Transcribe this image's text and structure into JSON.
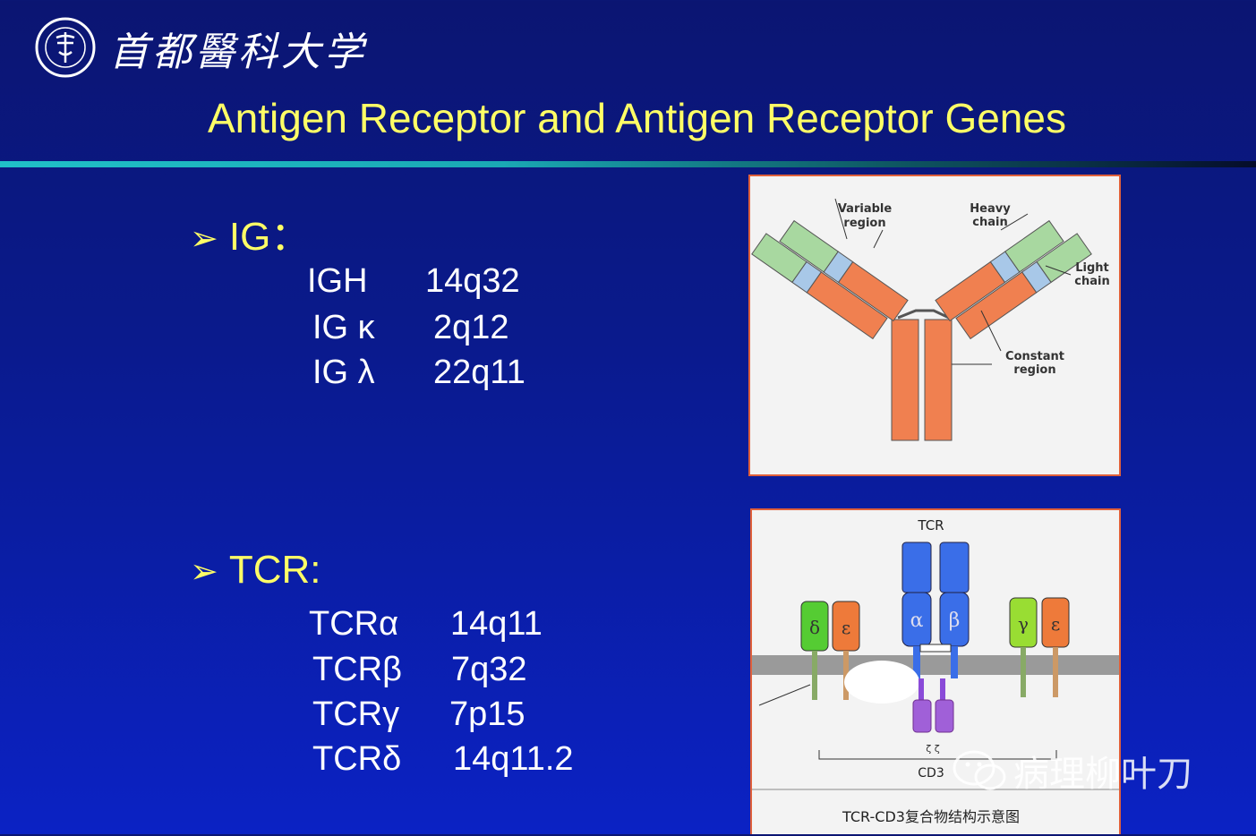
{
  "header": {
    "university_name": "首都醫科大学",
    "title": "Antigen Receptor and Antigen Receptor Genes"
  },
  "sections": [
    {
      "heading": "IG：",
      "rows": [
        {
          "gene": "IGH",
          "locus": "14q32"
        },
        {
          "gene": "IG κ",
          "locus": "2q12"
        },
        {
          "gene": "IG λ",
          "locus": "22q11"
        }
      ]
    },
    {
      "heading": "TCR:",
      "rows": [
        {
          "gene": "TCRα",
          "locus": "14q11"
        },
        {
          "gene": "TCRβ",
          "locus": "7q32"
        },
        {
          "gene": "TCRγ",
          "locus": "7p15"
        },
        {
          "gene": "TCRδ",
          "locus": "14q11.2"
        }
      ]
    }
  ],
  "antibody_diagram": {
    "labels": {
      "variable": "Variable\nregion",
      "heavy": "Heavy\nchain",
      "light": "Light\nchain",
      "constant": "Constant\nregion"
    }
  },
  "tcr_diagram": {
    "top_label": "TCR",
    "chains": {
      "delta": "δ",
      "epsilon_left": "ε",
      "alpha": "α",
      "beta": "β",
      "gamma": "γ",
      "epsilon_right": "ε"
    },
    "zeta_label": "ζ ζ",
    "cd_label": "CD3",
    "caption": "TCR-CD3复合物结构示意图"
  },
  "watermark": {
    "text": "病理柳叶刀"
  },
  "colors": {
    "heading": "#ffff66",
    "text": "#ffffff",
    "orange": "#f08050",
    "green": "#a8d8a0",
    "blue": "#a8c8e8",
    "panel_border": "#e0603a"
  }
}
